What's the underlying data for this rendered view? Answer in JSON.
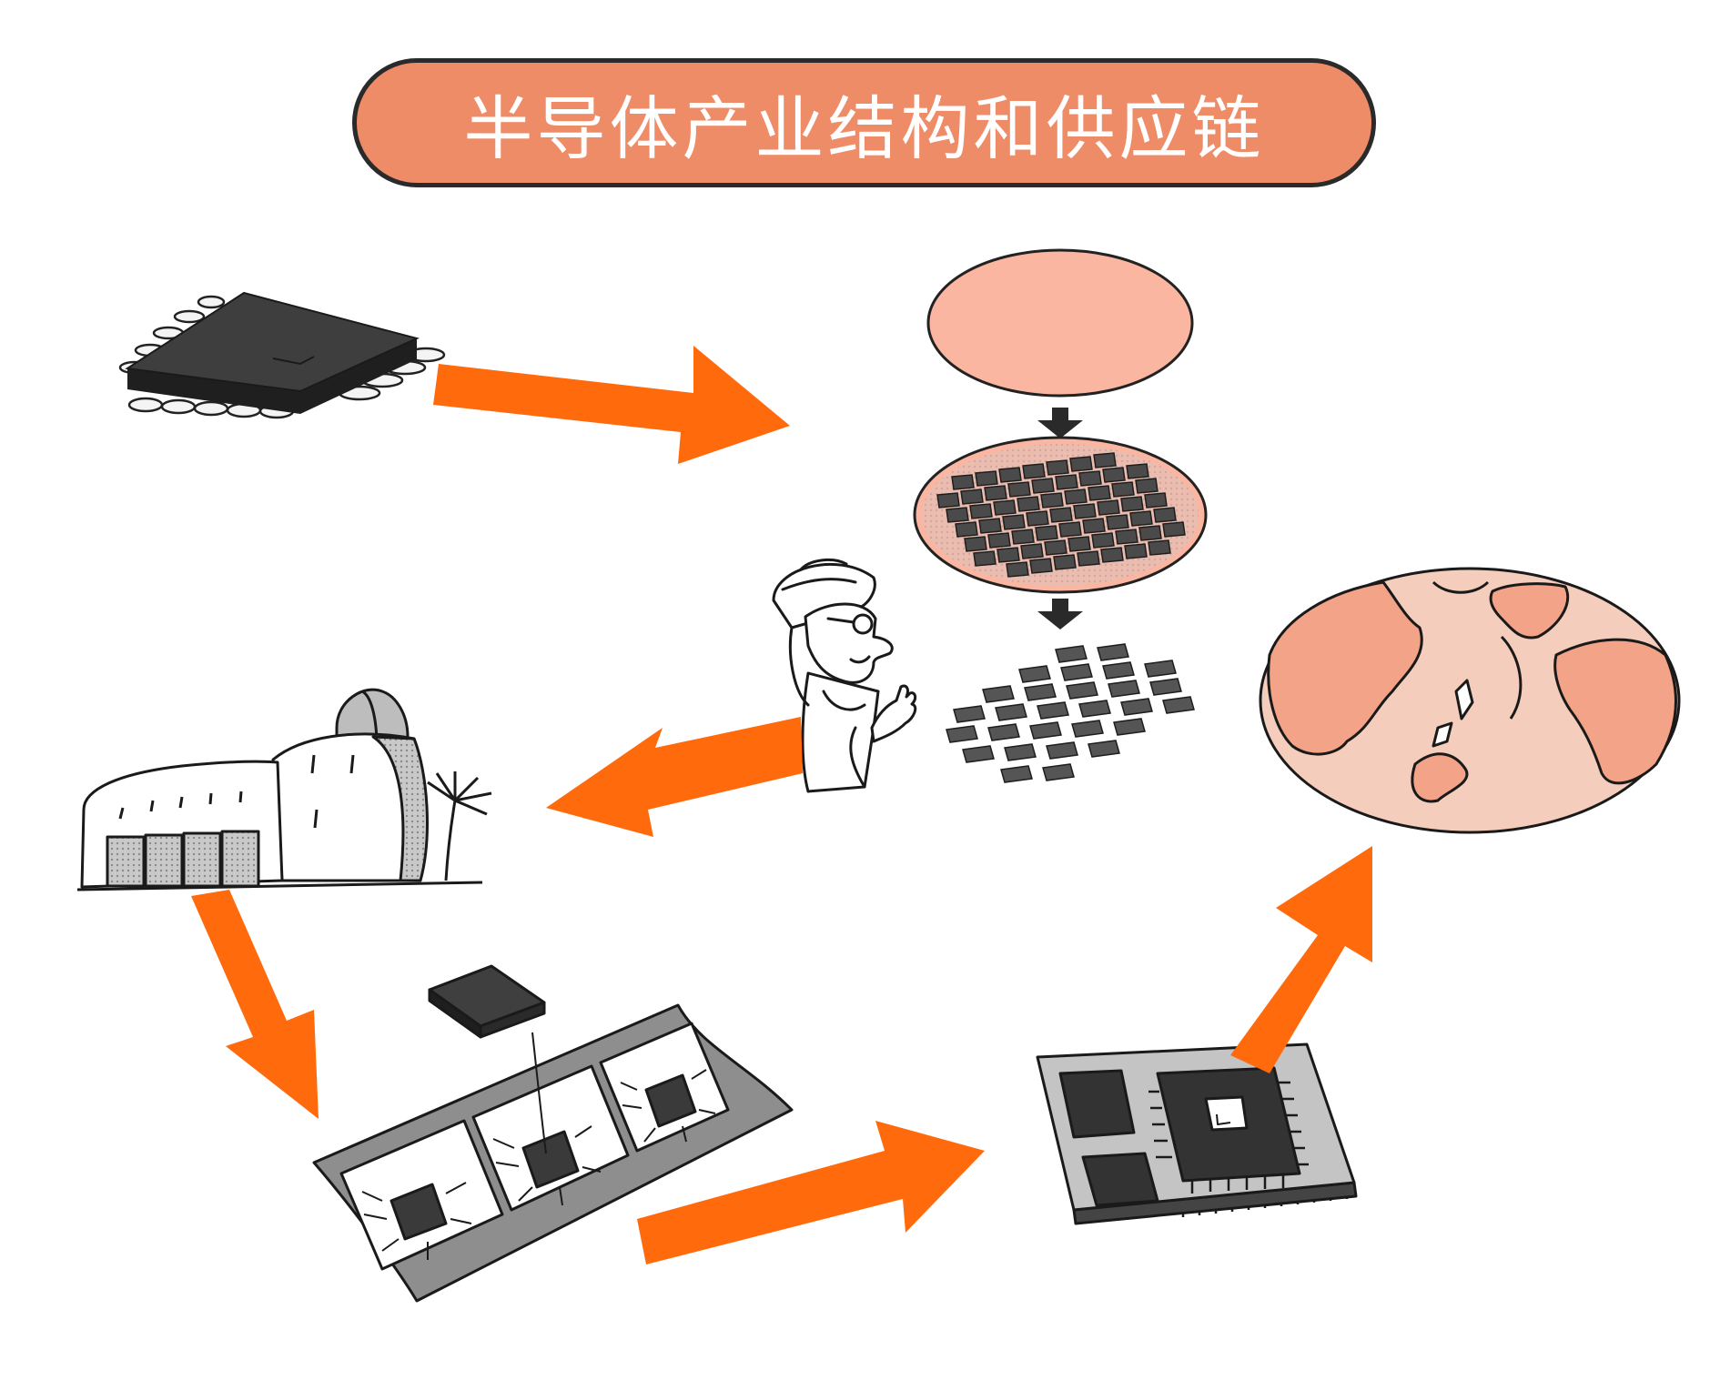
{
  "title": "半导体产业结构和供应链",
  "colors": {
    "title_fill": "#ef8c68",
    "title_border": "#2a2a2a",
    "arrow": "#ff6a0d",
    "salmon": "#fbb6a2",
    "chip_dark": "#3a3a3a"
  },
  "diagram": {
    "nodes": [
      {
        "name": "ic-package-chip",
        "icon": "chip-icon"
      },
      {
        "name": "silicon-wafer-disc",
        "icon": "wafer-icon"
      },
      {
        "name": "patterned-wafer",
        "icon": "wafer-die-grid-icon"
      },
      {
        "name": "diced-chips",
        "icon": "die-pieces-icon"
      },
      {
        "name": "engineer",
        "icon": "engineer-icon"
      },
      {
        "name": "factory",
        "icon": "factory-icon"
      },
      {
        "name": "lead-frame-assembly",
        "icon": "lead-frame-icon"
      },
      {
        "name": "circuit-board",
        "icon": "pcb-icon"
      },
      {
        "name": "world-globe",
        "icon": "globe-icon"
      }
    ],
    "flow": [
      {
        "from": "ic-package-chip",
        "to": "silicon-wafer-disc"
      },
      {
        "from": "silicon-wafer-disc",
        "to": "patterned-wafer"
      },
      {
        "from": "patterned-wafer",
        "to": "diced-chips"
      },
      {
        "from": "engineer",
        "to": "factory"
      },
      {
        "from": "factory",
        "to": "lead-frame-assembly"
      },
      {
        "from": "lead-frame-assembly",
        "to": "circuit-board"
      },
      {
        "from": "circuit-board",
        "to": "world-globe"
      }
    ]
  }
}
